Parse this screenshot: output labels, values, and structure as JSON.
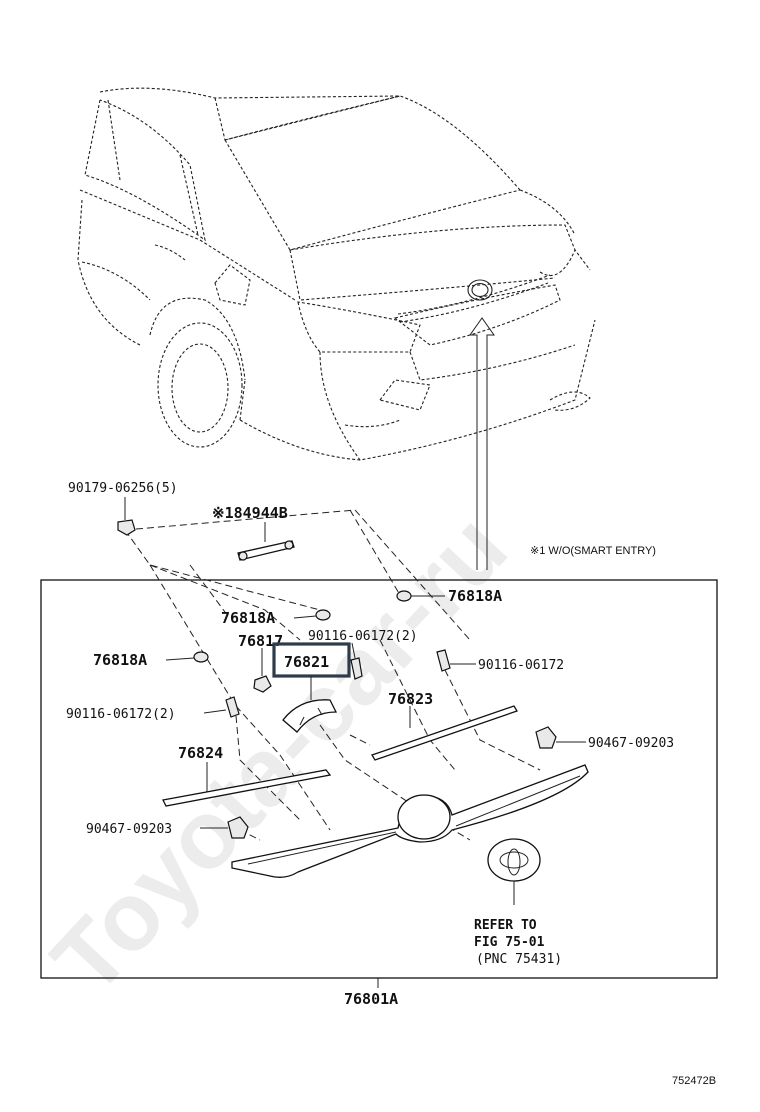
{
  "watermark": "Toyota-car-ru",
  "figure_id": "752472B",
  "note": "※1 W/O(SMART ENTRY)",
  "labels": {
    "clip_90179": "90179-06256(5)",
    "holder_84944": "※184944B",
    "clip_76818_top_right": "76818A",
    "clip_76818_mid": "76818A",
    "clip_76818_left": "76818A",
    "part_76817": "76817",
    "screw_90116_pair": "90116-06172(2)",
    "screw_90116_right": "90116-06172",
    "part_76821": "76821",
    "screw_90116_left": "90116-06172(2)",
    "part_76823": "76823",
    "clip_90467_right": "90467-09203",
    "part_76824": "76824",
    "clip_90467_left": "90467-09203",
    "refer_line1": "REFER TO",
    "refer_line2": "FIG 75-01",
    "refer_line3": "(PNC 75431)",
    "assembly": "76801A"
  },
  "colors": {
    "highlight_box": "#2d3b4a",
    "line": "#111111"
  }
}
